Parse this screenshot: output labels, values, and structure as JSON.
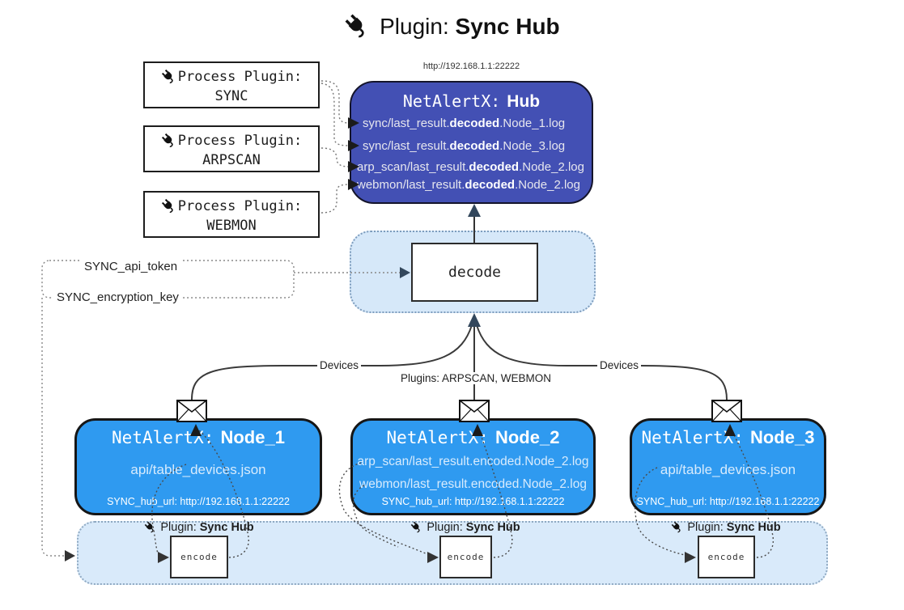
{
  "title": {
    "prefix": "Plugin:",
    "name": "Sync Hub"
  },
  "hub": {
    "url": "http://192.168.1.1:22222",
    "title_prefix": "NetAlertX:",
    "title_name": "Hub",
    "lines": [
      {
        "pre": "sync/last_result.",
        "bold": "decoded",
        "post": ".Node_1.log"
      },
      {
        "pre": "sync/last_result.",
        "bold": "decoded",
        "post": ".Node_3.log"
      },
      {
        "pre": "arp_scan/last_result.",
        "bold": "decoded",
        "post": ".Node_2.log"
      },
      {
        "pre": "webmon/last_result.",
        "bold": "decoded",
        "post": ".Node_2.log"
      }
    ]
  },
  "process_plugins": [
    {
      "label": "Process Plugin:",
      "name": "SYNC"
    },
    {
      "label": "Process Plugin:",
      "name": "ARPSCAN"
    },
    {
      "label": "Process Plugin:",
      "name": "WEBMON"
    }
  ],
  "config": {
    "api_token": "SYNC_api_token",
    "encryption_key": "SYNC_encryption_key"
  },
  "decode_label": "decode",
  "edge_labels": {
    "devices_left": "Devices",
    "devices_right": "Devices",
    "plugins_mid": "Plugins: ARPSCAN, WEBMON"
  },
  "nodes": [
    {
      "title_prefix": "NetAlertX:",
      "title_name": "Node_1",
      "files": [
        "api/table_devices.json"
      ],
      "hub_url": "SYNC_hub_url: http://192.168.1.1:22222"
    },
    {
      "title_prefix": "NetAlertX:",
      "title_name": "Node_2",
      "files": [
        "arp_scan/last_result.encoded.Node_2.log",
        "webmon/last_result.encoded.Node_2.log"
      ],
      "hub_url": "SYNC_hub_url: http://192.168.1.1:22222"
    },
    {
      "title_prefix": "NetAlertX:",
      "title_name": "Node_3",
      "files": [
        "api/table_devices.json"
      ],
      "hub_url": "SYNC_hub_url: http://192.168.1.1:22222"
    }
  ],
  "encoders": [
    {
      "plugin_label": "Plugin:",
      "plugin_name": "Sync Hub",
      "box_label": "encode"
    },
    {
      "plugin_label": "Plugin:",
      "plugin_name": "Sync Hub",
      "box_label": "encode"
    },
    {
      "plugin_label": "Plugin:",
      "plugin_name": "Sync Hub",
      "box_label": "encode"
    }
  ],
  "colors": {
    "hub_bg": "#4350B4",
    "node_bg": "#2F9AF0",
    "container_bg": "#D9EAFA",
    "container_border": "#8FA9C2"
  }
}
